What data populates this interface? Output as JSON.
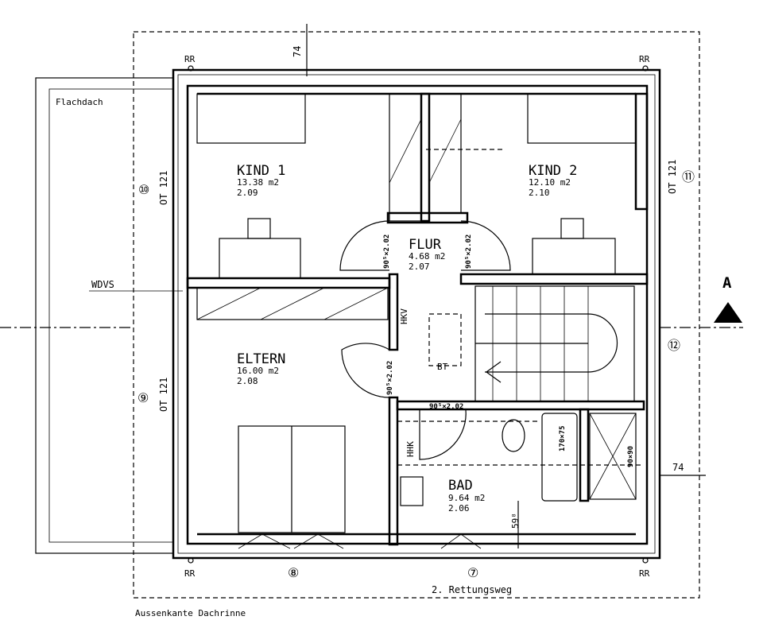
{
  "labels": {
    "flat_roof": "Flachdach",
    "insulation": "WDVS",
    "gutter_edge": "Aussenkante Dachrinne",
    "escape_route": "2. Rettungsweg",
    "section_marker": "A",
    "rain_pipe": "RR",
    "dim_top": "74",
    "dim_right": "74",
    "sill_height": "59⁸",
    "hkv": "HKV",
    "hhk": "HHK",
    "bt": "BT",
    "bathtub": "170×75",
    "shower": "90×90"
  },
  "rooms": {
    "kind1": {
      "name": "KIND 1",
      "area": "13.38 m2",
      "height": "2.09"
    },
    "kind2": {
      "name": "KIND 2",
      "area": "12.10 m2",
      "height": "2.10"
    },
    "flur": {
      "name": "FLUR",
      "area": "4.68 m2",
      "height": "2.07"
    },
    "eltern": {
      "name": "ELTERN",
      "area": "16.00 m2",
      "height": "2.08"
    },
    "bad": {
      "name": "BAD",
      "area": "9.64 m2",
      "height": "2.06"
    }
  },
  "doors": {
    "size": "90⁵×2.02"
  },
  "windows": [
    {
      "num": "⑩",
      "type": "OT 121"
    },
    {
      "num": "⑨",
      "type": "OT 121"
    },
    {
      "num": "⑪",
      "type": "OT 121"
    },
    {
      "num": "⑫"
    },
    {
      "num": "⑧"
    },
    {
      "num": "⑦"
    }
  ]
}
